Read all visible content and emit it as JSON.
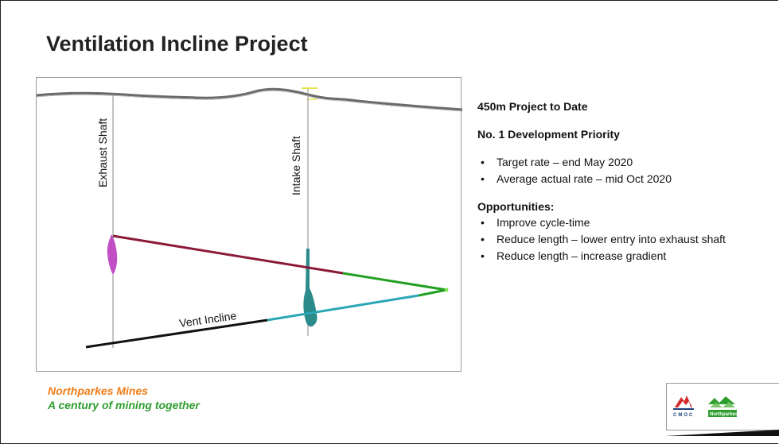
{
  "title": "Ventilation Incline Project",
  "diagram": {
    "exhaust_label": "Exhaust Shaft",
    "intake_label": "Intake Shaft",
    "incline_label": "Vent Incline",
    "colors": {
      "exhaust_ore": "#c04fc4",
      "intake_ore": "#2b8a8a",
      "upper_leg": "#8b1a38",
      "green_leg": "#22a022",
      "cyan_leg": "#2aa7b5",
      "black_leg": "#111111",
      "surface": "#6a6a6a"
    }
  },
  "panel": {
    "heading1": "450m Project to Date",
    "heading2": "No. 1 Development Priority",
    "bullets1": [
      "Target rate – end May 2020",
      "Average actual rate – mid Oct 2020"
    ],
    "heading3": "Opportunities:",
    "bullets2": [
      "Improve cycle-time",
      "Reduce length – lower entry into exhaust shaft",
      "Reduce length – increase gradient"
    ]
  },
  "footer": {
    "line1": "Northparkes Mines",
    "line2": "A century of mining together"
  },
  "logo": {
    "cmoc_text": "CMOC",
    "northparkes_text": "Northparkes",
    "cmoc_color": "#d22b2b",
    "np_color": "#2e9e2e"
  }
}
